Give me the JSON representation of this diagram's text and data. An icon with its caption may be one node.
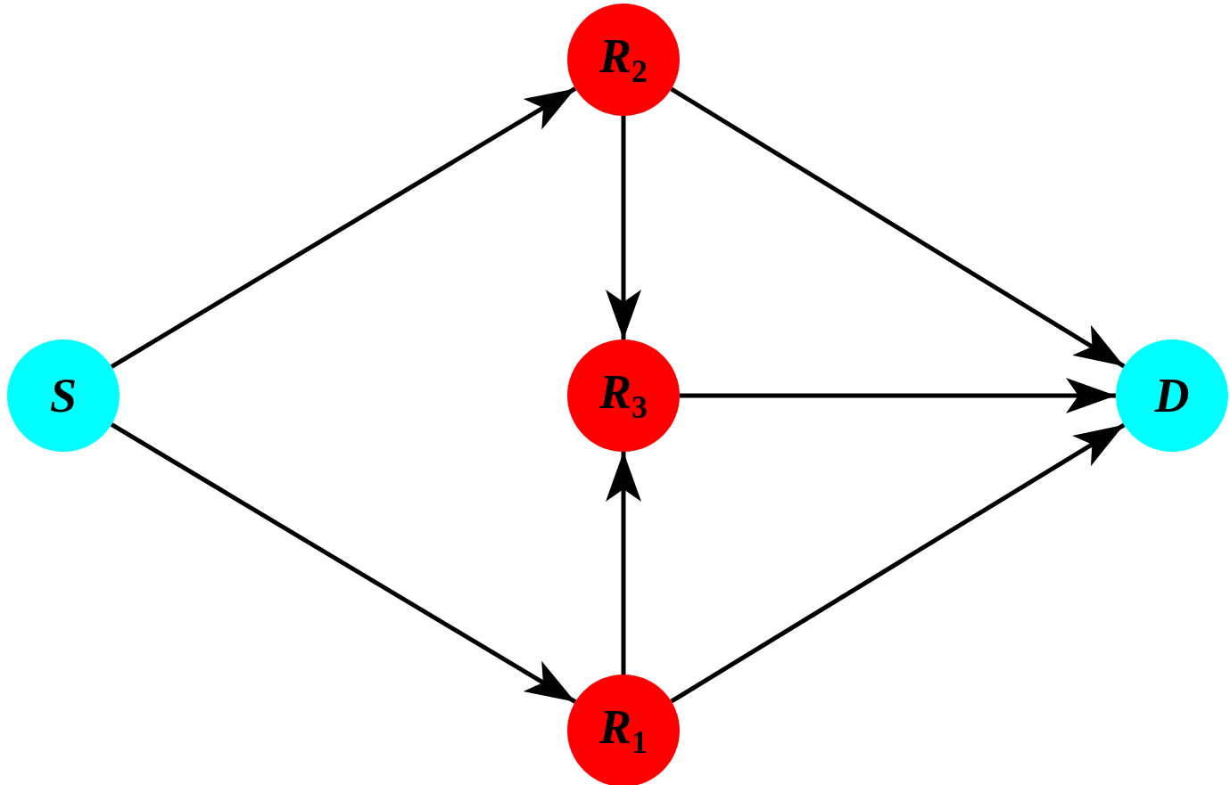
{
  "diagram": {
    "nodes": [
      {
        "text": [
          "S"
        ]
      },
      {
        "text": [
          "R$_{2}$"
        ]
      },
      {
        "text": [
          "R$_{3}$"
        ]
      },
      {
        "text": [
          "R$_{1}$"
        ]
      },
      {
        "text": [
          "D"
        ]
      }
    ],
    "edges": [
      {
        "from": 0,
        "to": 1,
        "arrow": "to"
      },
      {
        "from": 0,
        "to": 3,
        "arrow": "to"
      },
      {
        "from": 1,
        "to": 2,
        "arrow": "to"
      },
      {
        "from": 3,
        "to": 2,
        "arrow": "to"
      },
      {
        "from": 1,
        "to": 4,
        "arrow": "to"
      },
      {
        "from": 2,
        "to": 4,
        "arrow": "to"
      },
      {
        "from": 3,
        "to": 4,
        "arrow": "to"
      }
    ]
  }
}
